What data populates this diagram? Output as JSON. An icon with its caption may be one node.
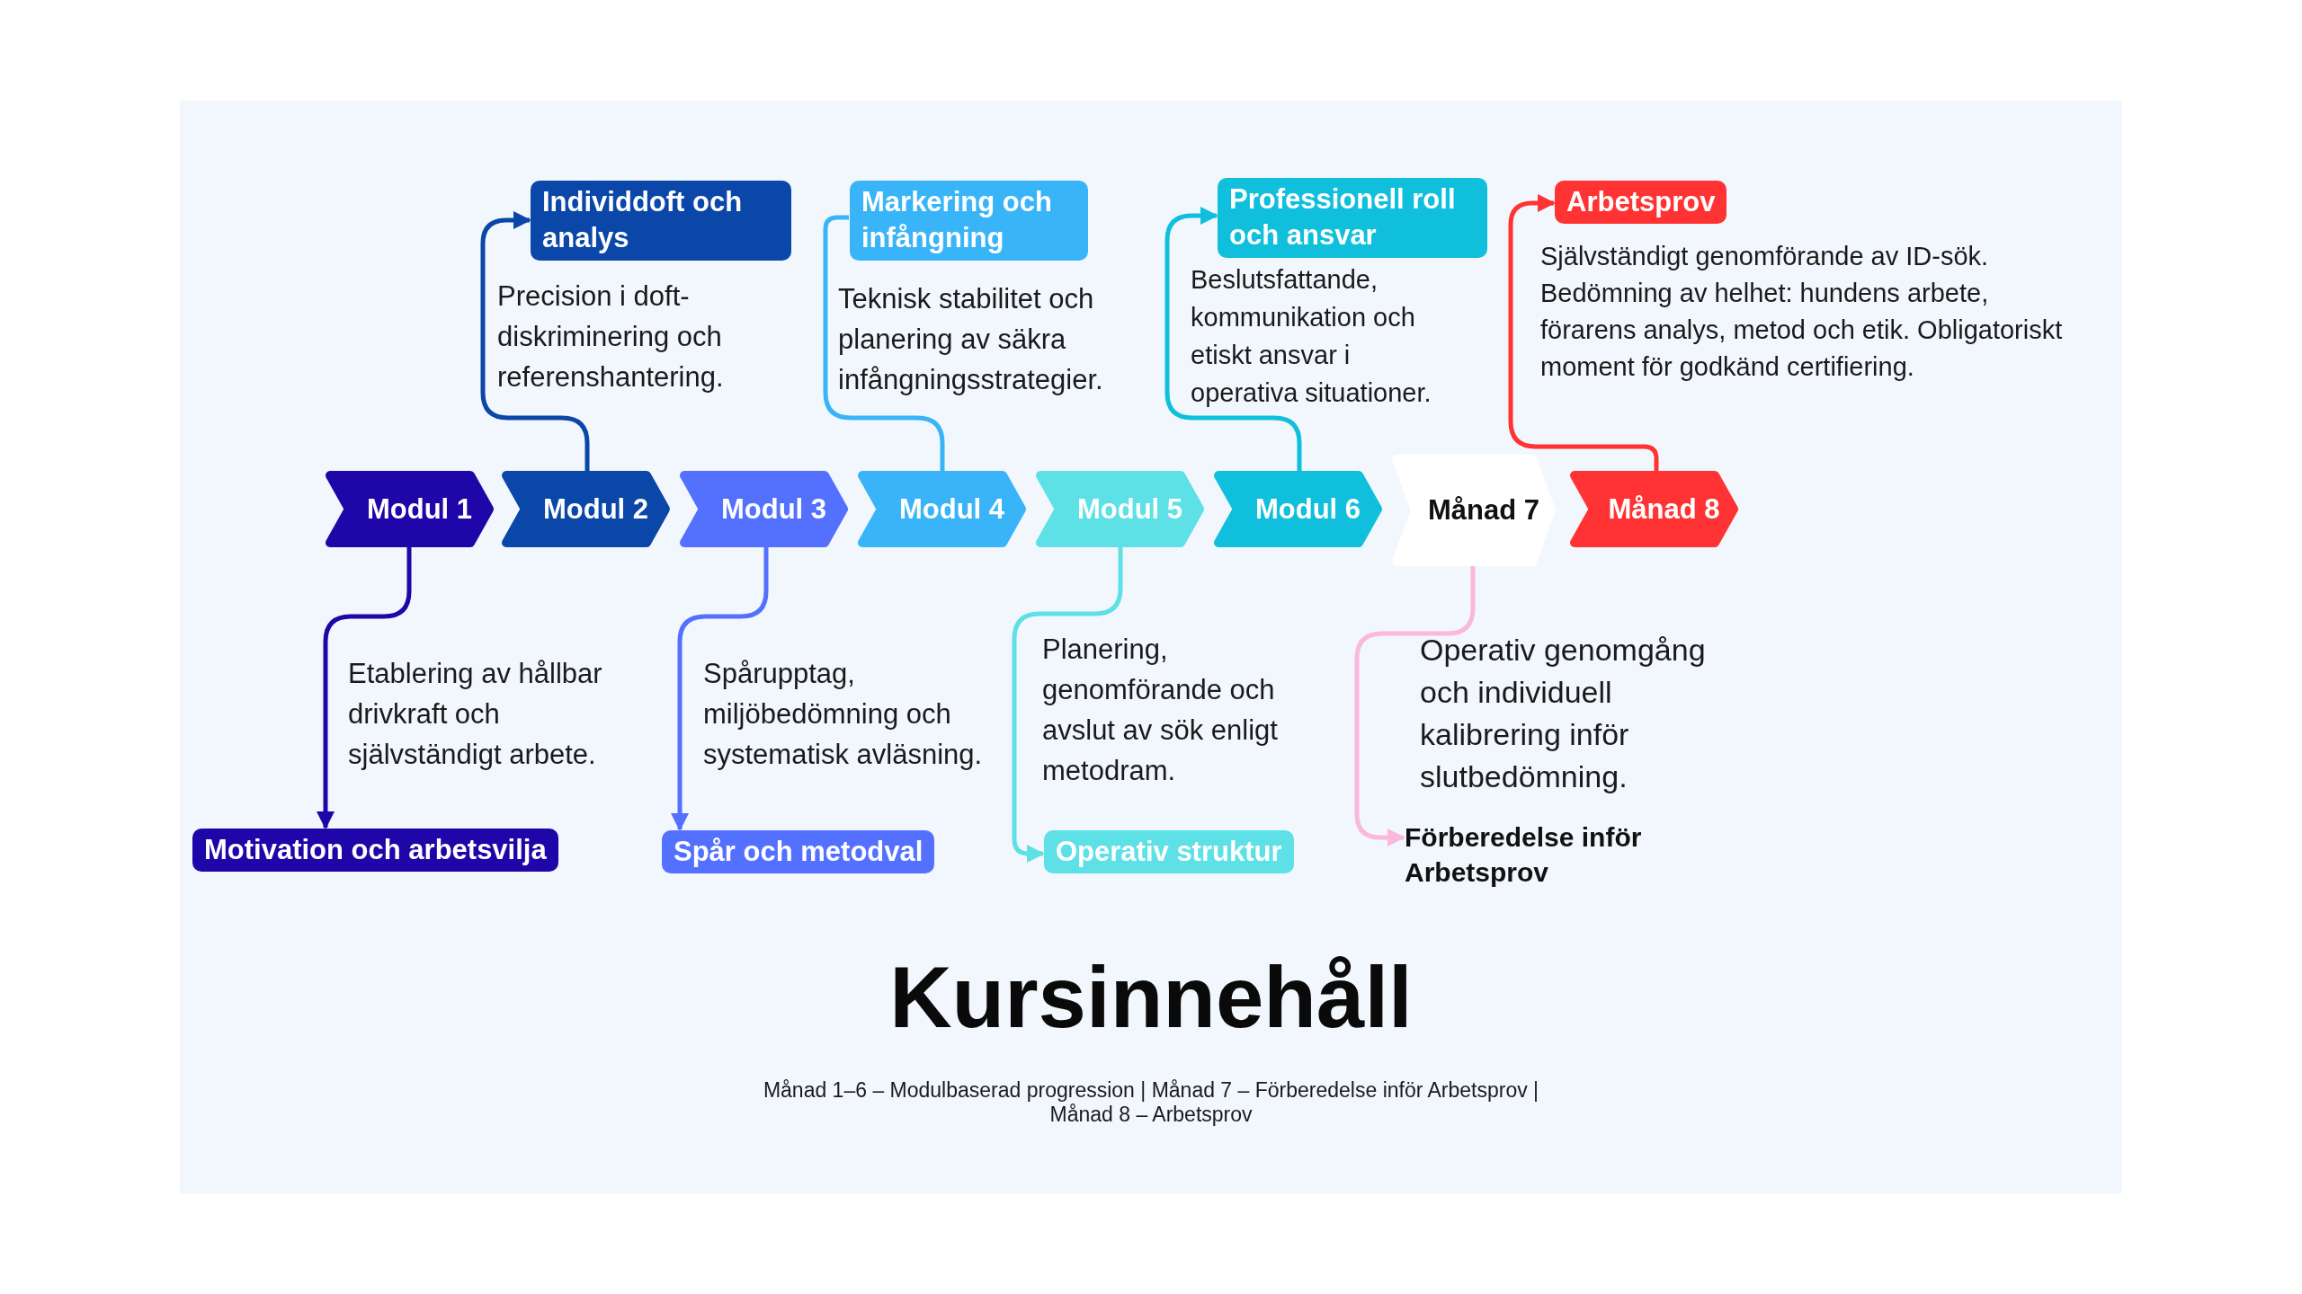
{
  "diagram": {
    "title": "Kursinnehåll",
    "caption": "Månad 1–6 – Modulbaserad progression | Månad 7 – Förberedelse inför Arbetsprov | Månad 8 – Arbetsprov",
    "nodes": [
      {
        "text": [
          "Modul 1"
        ]
      },
      {
        "text": [
          "Modul 2"
        ]
      },
      {
        "text": [
          "Modul 3"
        ]
      },
      {
        "text": [
          "Modul 4"
        ]
      },
      {
        "text": [
          "Modul 5"
        ]
      },
      {
        "text": [
          "Modul 6"
        ]
      },
      {
        "text": [
          "Månad 7"
        ]
      },
      {
        "text": [
          "Månad 8"
        ]
      },
      {
        "text": [
          "Motivation och arbetsvilja"
        ],
        "beside": [
          "Etablering av hållbar drivkraft och självständigt arbete."
        ]
      },
      {
        "text": [
          "Individdoft och analys"
        ],
        "beside": [
          "Precision i doft-diskriminering och referenshantering."
        ]
      },
      {
        "text": [
          "Spår och metodval"
        ],
        "beside": [
          "Spårupptag, miljöbedömning och systematisk avläsning."
        ]
      },
      {
        "text": [
          "Markering och infångning"
        ],
        "beside": [
          "Teknisk stabilitet och planering av säkra infångningsstrategier."
        ]
      },
      {
        "text": [
          "Operativ struktur"
        ],
        "beside": [
          "Planering, genomförande och avslut av sök enligt metodram."
        ]
      },
      {
        "text": [
          "Professionell roll och ansvar"
        ],
        "beside": [
          "Beslutsfattande, kommunikation och etiskt ansvar i operativa situationer."
        ]
      },
      {
        "text": [
          "Förberedelse inför Arbetsprov"
        ],
        "beside": [
          "Operativ genomgång och individuell kalibrering inför slutbedömning."
        ]
      },
      {
        "text": [
          "Arbetsprov"
        ],
        "beside": [
          "Självständigt genomförande av ID-sök. Bedömning av helhet: hundens arbete, förarens analys, metod och etik. Obligatoriskt moment för godkänd certifiering."
        ]
      }
    ],
    "edges": [
      {
        "from": 0,
        "to": 8,
        "arrow": "to",
        "color": "#1f06a8"
      },
      {
        "from": 1,
        "to": 9,
        "arrow": "to",
        "color": "#0a47a8"
      },
      {
        "from": 2,
        "to": 10,
        "arrow": "to",
        "color": "#5470ff"
      },
      {
        "from": 3,
        "to": 11,
        "arrow": "none",
        "color": "#3ab4f8"
      },
      {
        "from": 4,
        "to": 12,
        "arrow": "to",
        "color": "#5de0e6"
      },
      {
        "from": 5,
        "to": 13,
        "arrow": "to",
        "color": "#0fbfdc"
      },
      {
        "from": 6,
        "to": 14,
        "arrow": "to",
        "color": "#f9b8dc"
      },
      {
        "from": 7,
        "to": 15,
        "arrow": "to",
        "color": "#ff3333"
      }
    ]
  }
}
